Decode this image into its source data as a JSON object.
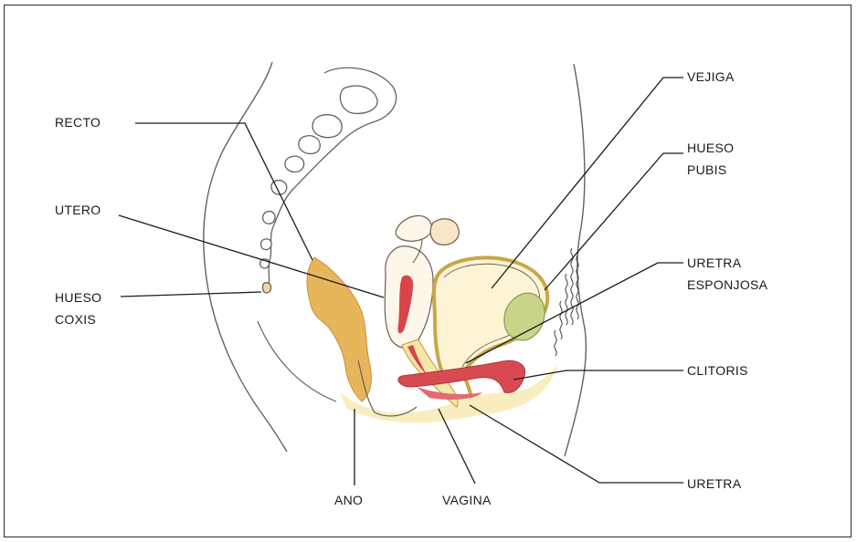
{
  "labels": {
    "recto": "RECTO",
    "utero": "UTERO",
    "hueso_coxis": [
      "HUESO",
      "COXIS"
    ],
    "vejiga": "VEJIGA",
    "hueso_pubis": [
      "HUESO",
      "PUBIS"
    ],
    "uretra_esponjosa": [
      "URETRA",
      "ESPONJOSA"
    ],
    "clitoris": "CLITORIS",
    "uretra": "URETRA",
    "ano": "ANO",
    "vagina": "VAGINA"
  },
  "colors": {
    "outline": "#6a5f58",
    "leader": "#1a1a1a",
    "rectum": "#e8b65a",
    "bladder": "#f4e6b0",
    "pubic_bone": "#c8d48a",
    "uterus_inner": "#d9434a",
    "clitoris": "#d94a50",
    "perineum": "#f6e7a8",
    "coccyx_pad": "#f1d6a8"
  }
}
